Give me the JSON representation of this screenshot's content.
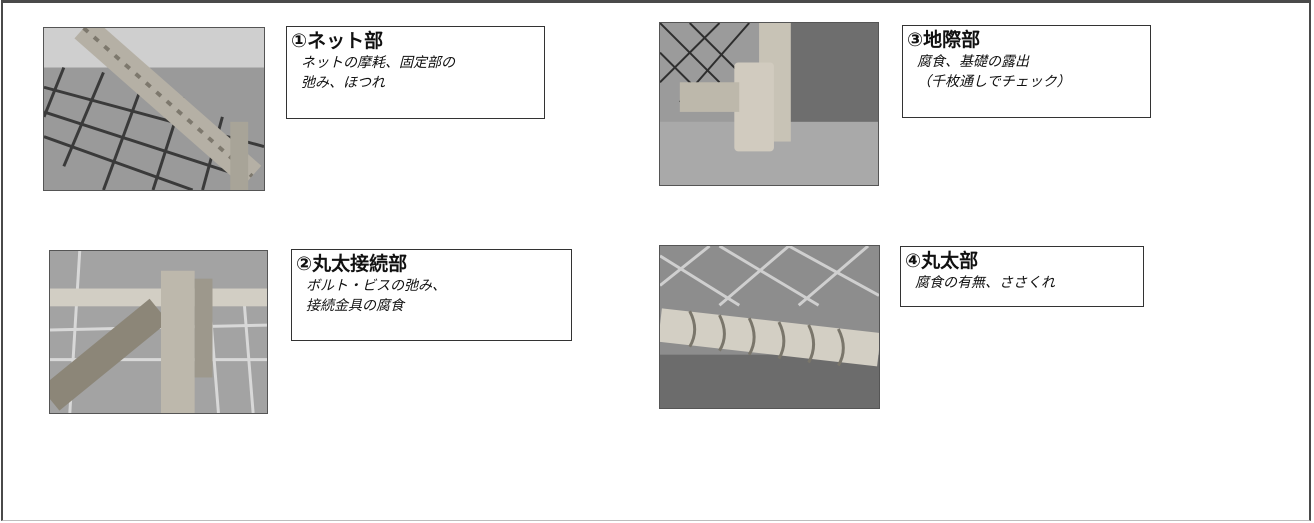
{
  "items": [
    {
      "title": "①ネット部",
      "lines": [
        "ネットの摩耗、固定部の",
        "弛み、ほつれ"
      ],
      "photo_icon": "rope-net-photo"
    },
    {
      "title": "②丸太接続部",
      "lines": [
        "ボルト・ビスの弛み、",
        "接続金具の腐食"
      ],
      "photo_icon": "log-joint-photo"
    },
    {
      "title": "③地際部",
      "lines": [
        "腐食、基礎の露出",
        "（千枚通しでチェック）"
      ],
      "photo_icon": "post-base-photo"
    },
    {
      "title": "④丸太部",
      "lines": [
        "腐食の有無、ささくれ"
      ],
      "photo_icon": "log-rope-photo"
    }
  ]
}
